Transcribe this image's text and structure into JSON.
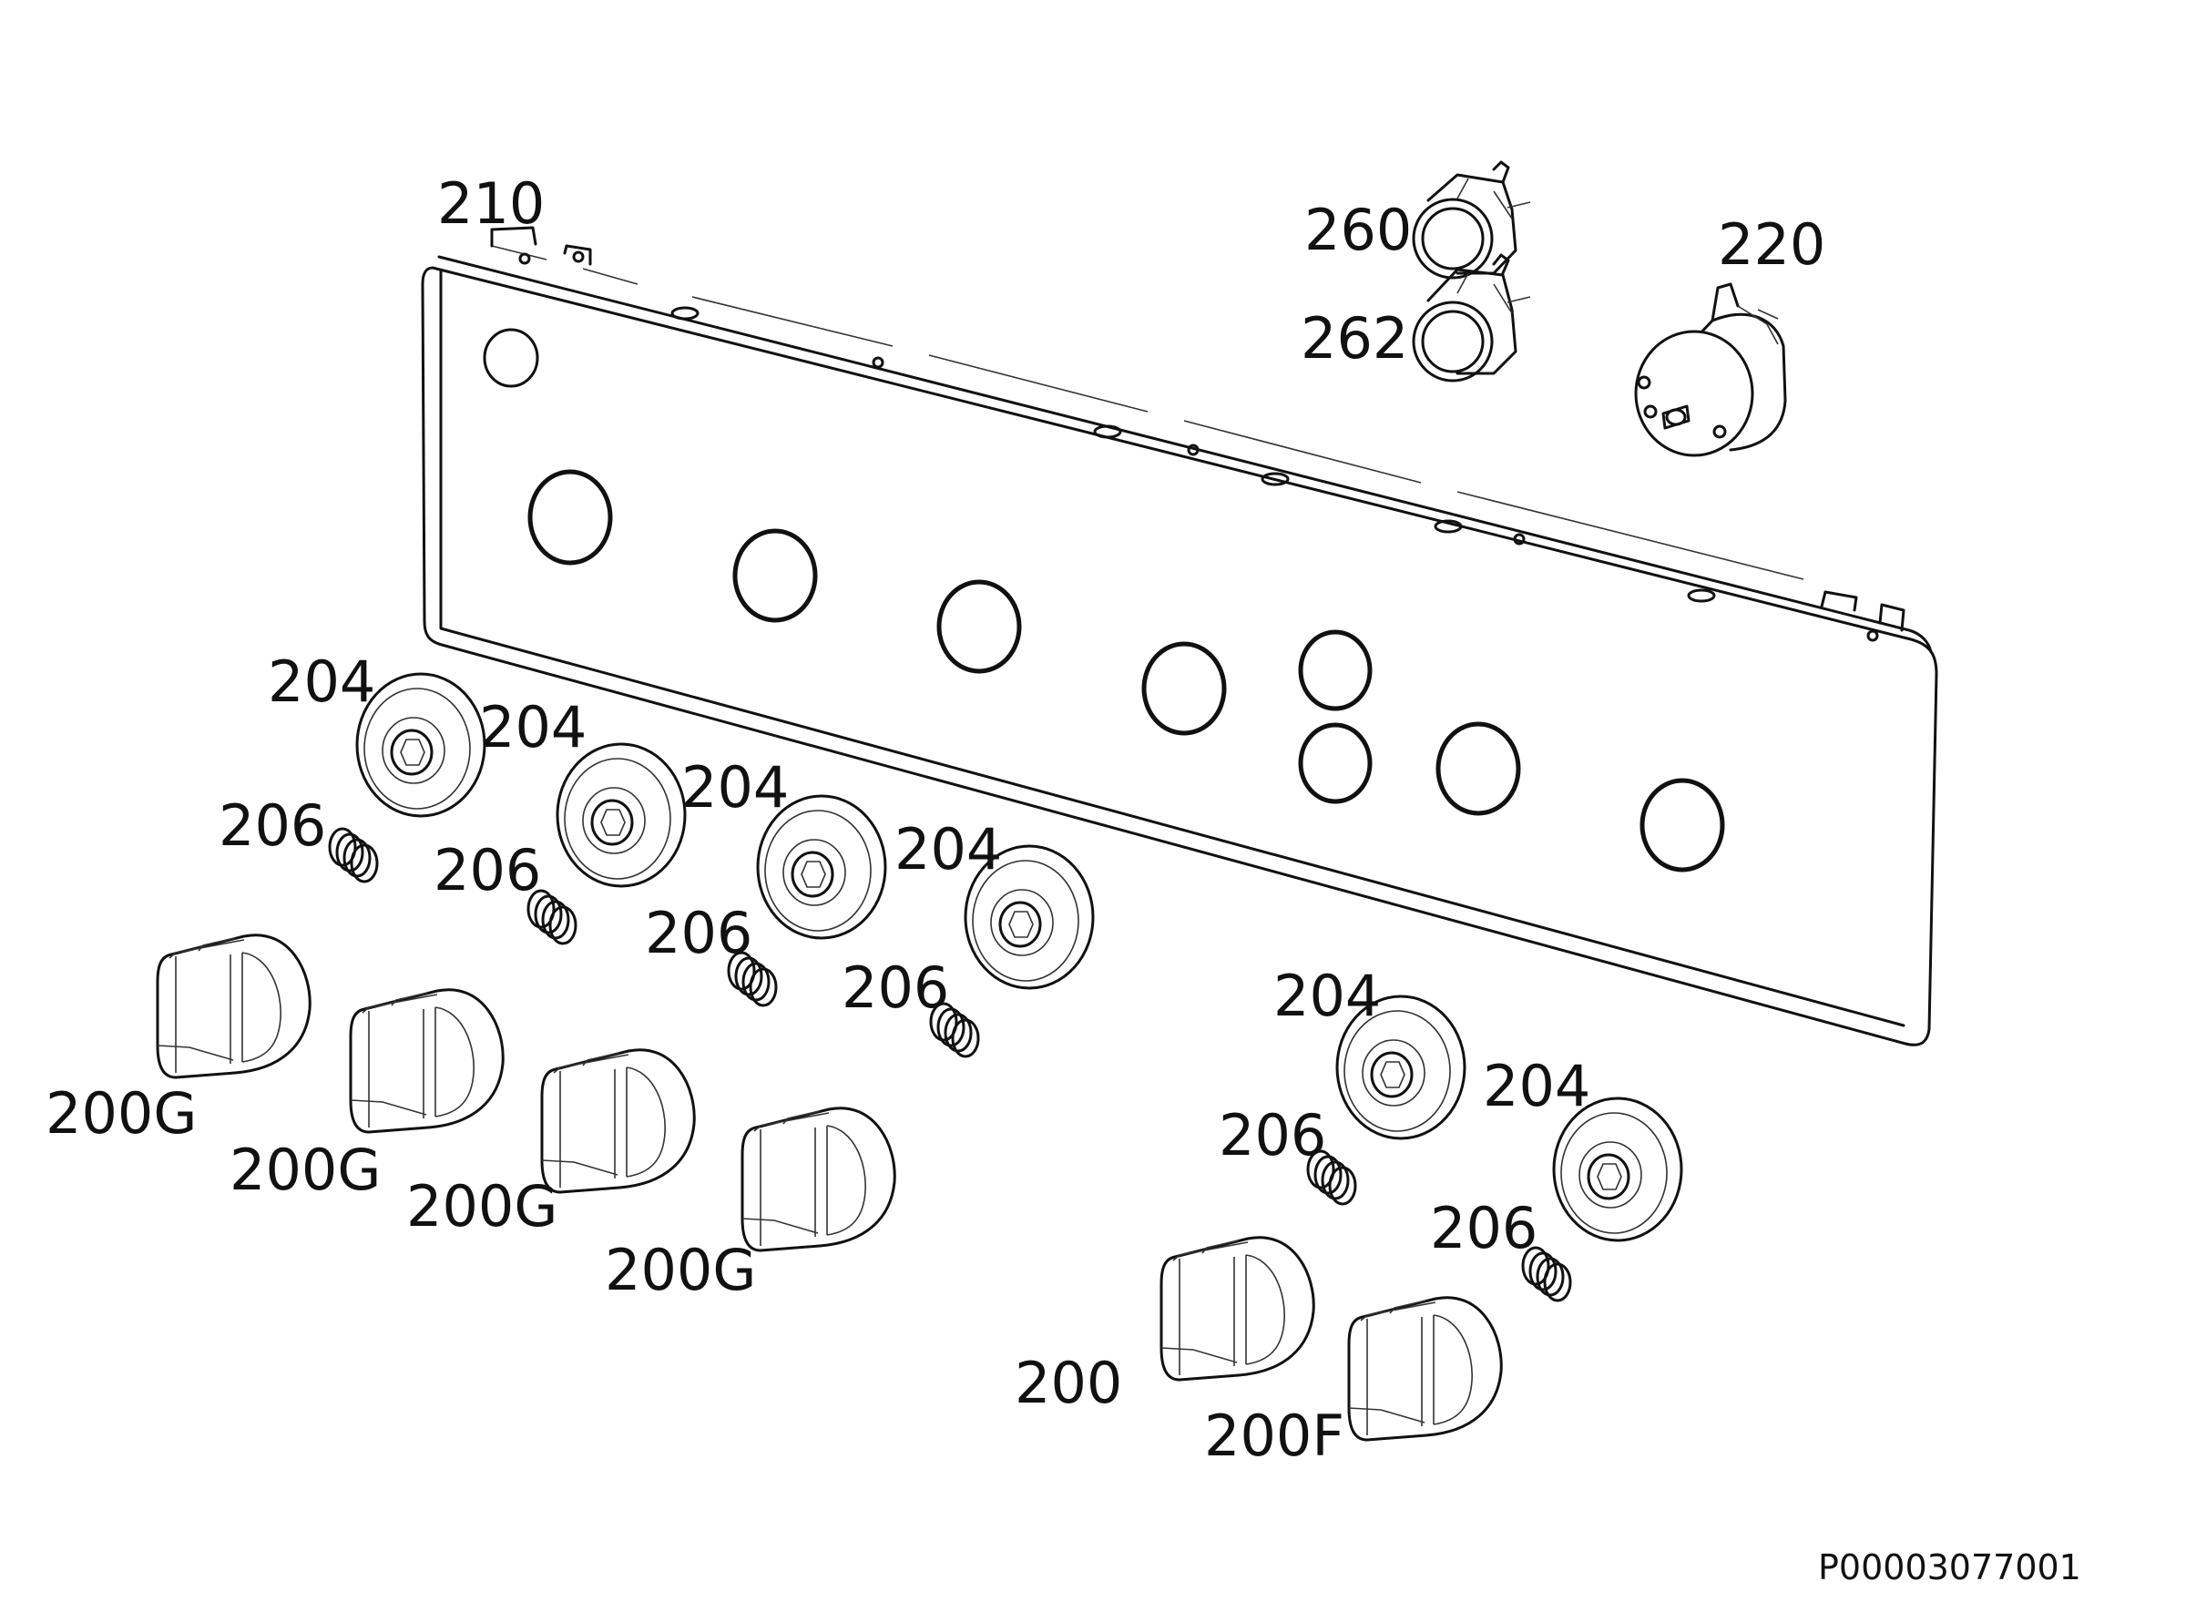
{
  "diagram": {
    "labels": {
      "panel": "210",
      "indicator_upper": "260",
      "indicator_lower": "262",
      "timer": "220",
      "bezel": "204",
      "spring": "206",
      "knob_gas": "200G",
      "knob": "200",
      "knob_f": "200F"
    },
    "drawing_code": "P00003077001"
  }
}
